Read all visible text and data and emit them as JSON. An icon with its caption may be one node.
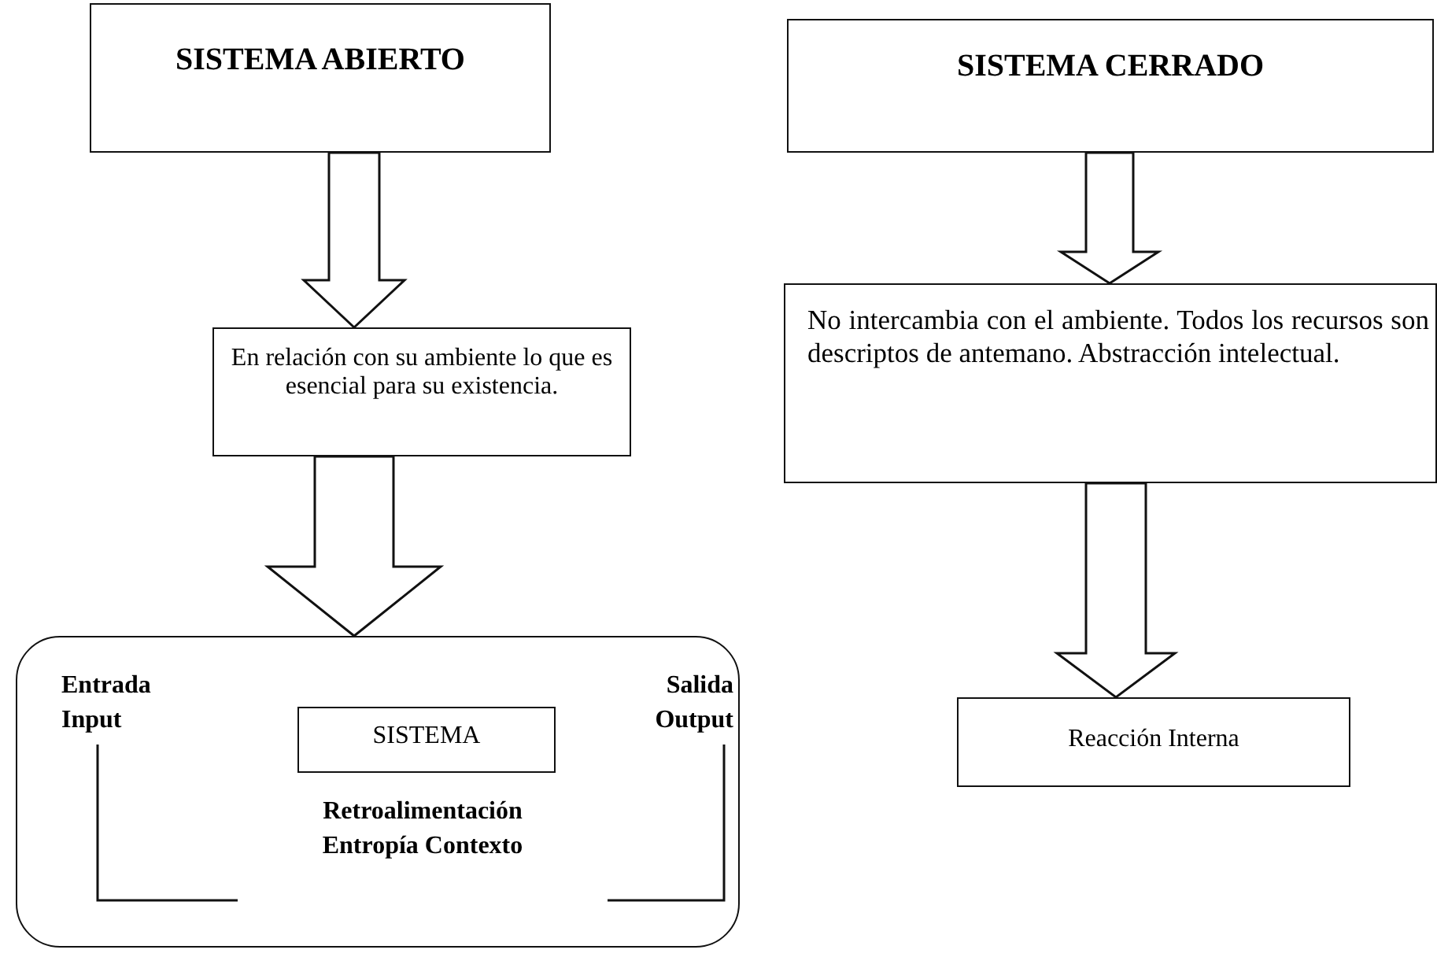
{
  "diagram": {
    "nodes": [
      {
        "text": [
          "SISTEMA ABIERTO"
        ]
      },
      {
        "text": [
          "En relación con su ambiente lo que es esencial para su existencia."
        ]
      },
      {
        "text": [],
        "shape": "box"
      },
      {
        "text": [
          "Entrada Input"
        ],
        "in": 2
      },
      {
        "text": [
          "SISTEMA"
        ],
        "in": 2
      },
      {
        "text": [
          "Salida Output"
        ],
        "in": 2
      },
      {
        "text": [
          "Retroalimentación Entropía Contexto"
        ],
        "in": 2
      },
      {
        "text": [
          "SISTEMA CERRADO"
        ]
      },
      {
        "text": [
          "No intercambia con el ambiente. Todos los recursos son descriptos de antemano. Abstracción intelectual."
        ]
      },
      {
        "text": [
          "Reacción Interna"
        ]
      }
    ],
    "edges": [
      {
        "from": 0,
        "to": 1,
        "arrow": "to"
      },
      {
        "from": 1,
        "to": 2,
        "arrow": "to"
      },
      {
        "from": 7,
        "to": 8,
        "arrow": "to"
      },
      {
        "from": 8,
        "to": 9,
        "arrow": "to"
      },
      {
        "from": 3,
        "to": 6,
        "arrow": "none"
      },
      {
        "from": 6,
        "to": 5,
        "arrow": "none"
      }
    ]
  }
}
